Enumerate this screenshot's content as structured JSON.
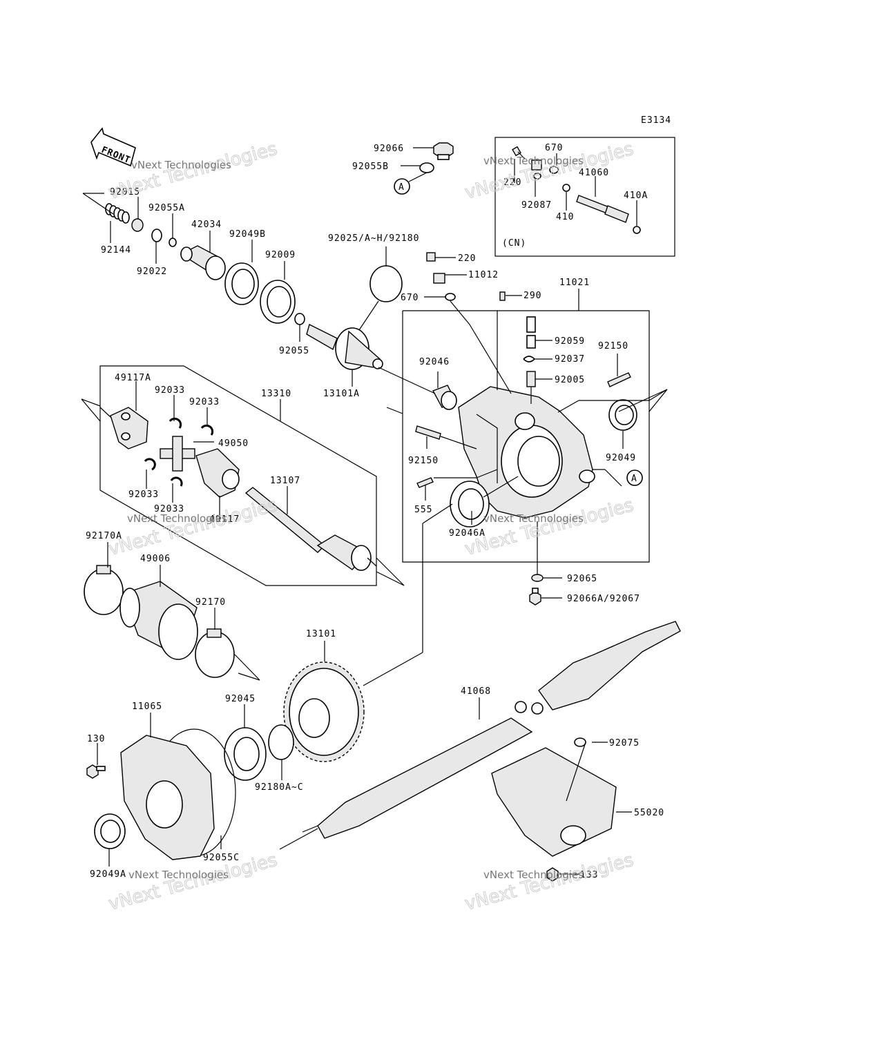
{
  "diagram": {
    "code": "E3134",
    "front_label": "FRONT",
    "inset_label": "(CN)",
    "callout_letter": "A",
    "watermark_text": "vNext Technologies",
    "labels": {
      "p92066": "92066",
      "p92055B": "92055B",
      "p670a": "670",
      "p220a": "220",
      "p92087": "92087",
      "p41060": "41060",
      "p410": "410",
      "p410A": "410A",
      "p92015": "92015",
      "p92055A": "92055A",
      "p42034": "42034",
      "p92049B": "92049B",
      "p92009": "92009",
      "p92144": "92144",
      "p92022": "92022",
      "p92025": "92025/A~H/92180",
      "p220b": "220",
      "p11012": "11012",
      "p670b": "670",
      "p290": "290",
      "p11021": "11021",
      "p92055": "92055",
      "p13101A": "13101A",
      "p92059": "92059",
      "p92037": "92037",
      "p92005": "92005",
      "p92150a": "92150",
      "p92046": "92046",
      "p49117A": "49117A",
      "p92033a": "92033",
      "p92033b": "92033",
      "p13310": "13310",
      "p49050": "49050",
      "p92033c": "92033",
      "p92033d": "92033",
      "p49117": "49117",
      "p13107": "13107",
      "p92150b": "92150",
      "p92049": "92049",
      "p555": "555",
      "p92046A": "92046A",
      "p92065": "92065",
      "p92066A": "92066A/92067",
      "p92170A": "92170A",
      "p49006": "49006",
      "p92170": "92170",
      "p13101": "13101",
      "p41068": "41068",
      "p11065": "11065",
      "p92045": "92045",
      "p130": "130",
      "p92180A": "92180A~C",
      "p92075": "92075",
      "p55020": "55020",
      "p92049A": "92049A",
      "p92055C": "92055C",
      "p133": "133"
    }
  }
}
